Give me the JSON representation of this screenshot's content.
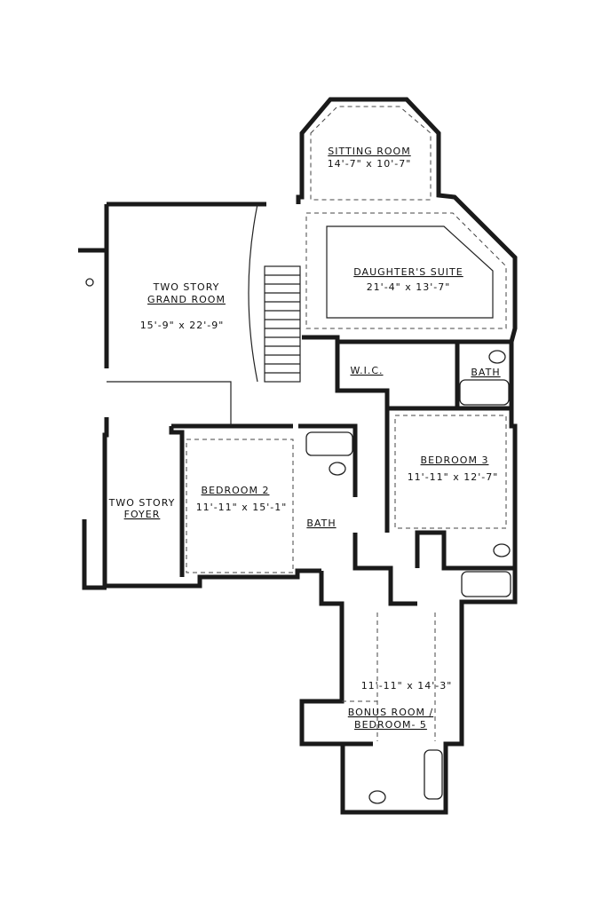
{
  "rooms": {
    "sitting_room": {
      "name": "SITTING ROOM",
      "size": "14'-7\" x 10'-7\""
    },
    "daughters_suite": {
      "name": "DAUGHTER'S SUITE",
      "size": "21'-4\" x 13'-7\""
    },
    "grand_room": {
      "name_line1": "TWO STORY",
      "name_line2": "GRAND ROOM",
      "size": "15'-9\" x 22'-9\""
    },
    "wic": {
      "name": "W.I.C."
    },
    "bath_suite": {
      "name": "BATH"
    },
    "bedroom3": {
      "name": "BEDROOM 3",
      "size": "11'-11\" x 12'-7\""
    },
    "bedroom2": {
      "name": "BEDROOM 2",
      "size": "11'-11\" x 15'-1\""
    },
    "foyer": {
      "name_line1": "TWO STORY",
      "name_line2": "FOYER"
    },
    "bath_hall": {
      "name": "BATH"
    },
    "bonus_room": {
      "size": "11'-11\" x 14'-3\"",
      "name_line1": "BONUS ROOM /",
      "name_line2": "BEDROOM- 5"
    }
  }
}
